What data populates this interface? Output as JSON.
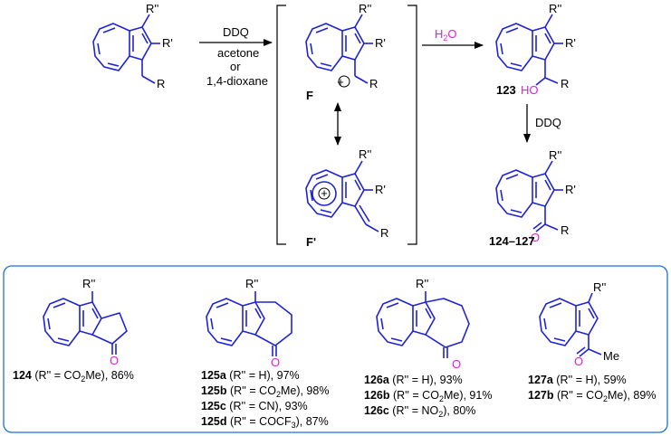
{
  "reaction": {
    "reagent_top": "DDQ",
    "solvent_1": "acetone",
    "solvent_or": "or",
    "solvent_2": "1,4-dioxane",
    "water_1": "H",
    "water_sub": "2",
    "water_2": "O",
    "step2": "DDQ"
  },
  "labels": {
    "R2": "R''",
    "R1": "R'",
    "R": "R",
    "F": "F",
    "Fp": "F'",
    "c123": "123",
    "c124_127": "124–127",
    "HO": "HO",
    "O": "O",
    "Me": "Me",
    "plus": "+"
  },
  "captions": {
    "p124": {
      "num": "124",
      "pre": " (R'' = CO",
      "sub": "2",
      "post": "Me), 86%"
    },
    "p125a": {
      "num": "125a",
      "txt": " (R'' = H), 97%"
    },
    "p125b": {
      "num": "125b",
      "pre": " (R'' = CO",
      "sub": "2",
      "post": "Me), 98%"
    },
    "p125c": {
      "num": "125c",
      "txt": " (R'' = CN), 93%"
    },
    "p125d": {
      "num": "125d",
      "pre": " (R'' = COCF",
      "sub": "3",
      "post": "), 87%"
    },
    "p126a": {
      "num": "126a",
      "txt": " (R'' = H), 93%"
    },
    "p126b": {
      "num": "126b",
      "pre": " (R'' = CO",
      "sub": "2",
      "post": "Me), 91%"
    },
    "p126c": {
      "num": "126c",
      "pre": " (R'' = NO",
      "sub": "2",
      "post": "), 80%"
    },
    "p127a": {
      "num": "127a",
      "txt": " (R'' = H), 59%"
    },
    "p127b": {
      "num": "127b",
      "pre": " (R'' = CO",
      "sub": "2",
      "post": "Me), 89%"
    }
  },
  "colors": {
    "bond": "#1f23d6",
    "heteroatom": "#e01ee0",
    "frame": "#1f6fd6"
  }
}
